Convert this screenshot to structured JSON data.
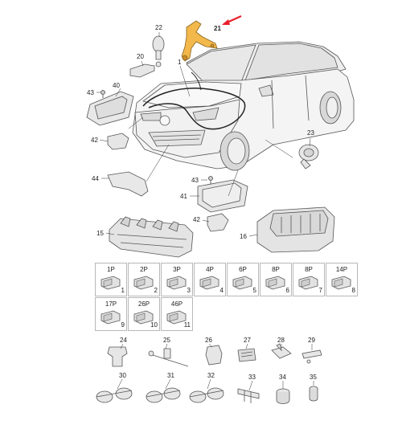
{
  "callouts": {
    "c1": "1",
    "c15": "15",
    "c16": "16",
    "c20": "20",
    "c21": "21",
    "c22": "22",
    "c23": "23",
    "c24": "24",
    "c25": "25",
    "c26": "26",
    "c27": "27",
    "c28": "28",
    "c29": "29",
    "c30": "30",
    "c31": "31",
    "c32": "32",
    "c33": "33",
    "c34": "34",
    "c35": "35",
    "c40": "40",
    "c41": "41",
    "c42a": "42",
    "c42b": "42",
    "c43a": "43",
    "c43b": "43",
    "c44": "44"
  },
  "highlight_color": "#f2b84b",
  "arrow_color": "#e8202a",
  "pin_grid": [
    {
      "label": "1P",
      "num": "1"
    },
    {
      "label": "2P",
      "num": "2"
    },
    {
      "label": "3P",
      "num": "3"
    },
    {
      "label": "4P",
      "num": "4"
    },
    {
      "label": "6P",
      "num": "5"
    },
    {
      "label": "8P",
      "num": "6"
    },
    {
      "label": "8P",
      "num": "7"
    },
    {
      "label": "14P",
      "num": "8"
    },
    {
      "label": "17P",
      "num": "9"
    },
    {
      "label": "26P",
      "num": "10"
    },
    {
      "label": "46P",
      "num": "11"
    }
  ]
}
